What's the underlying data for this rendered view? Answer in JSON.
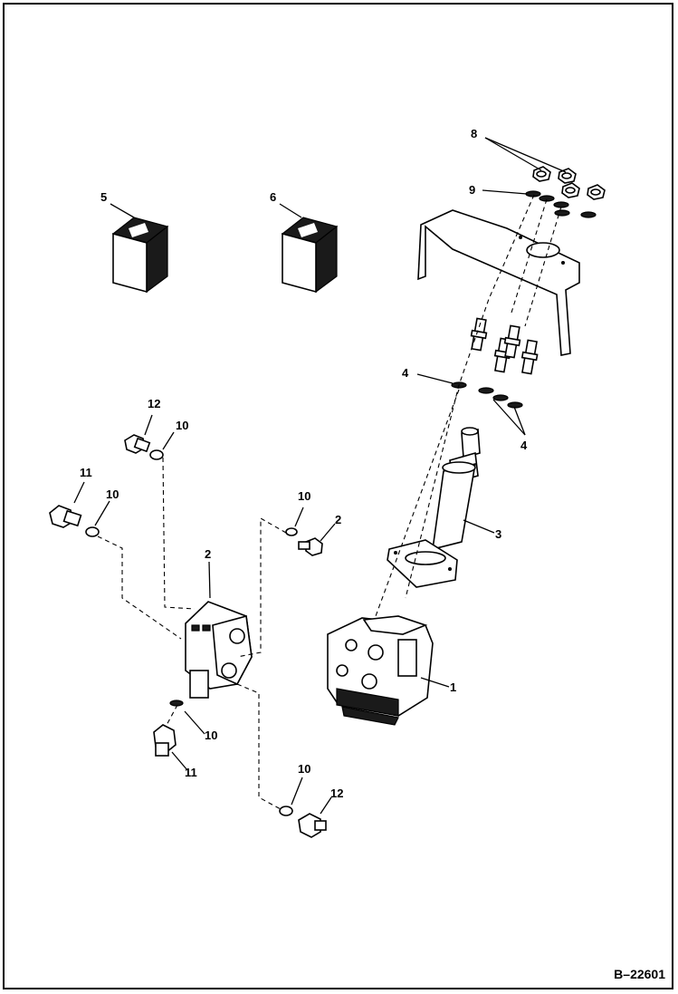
{
  "figure_ref": "B–22601",
  "callouts": {
    "c1": "1",
    "c2a": "2",
    "c2b": "2",
    "c3": "3",
    "c4a": "4",
    "c4b": "4",
    "c5": "5",
    "c6": "6",
    "c8": "8",
    "c9": "9",
    "c10a": "10",
    "c10b": "10",
    "c10c": "10",
    "c10d": "10",
    "c10e": "10",
    "c11a": "11",
    "c11b": "11",
    "c12a": "12",
    "c12b": "12"
  }
}
